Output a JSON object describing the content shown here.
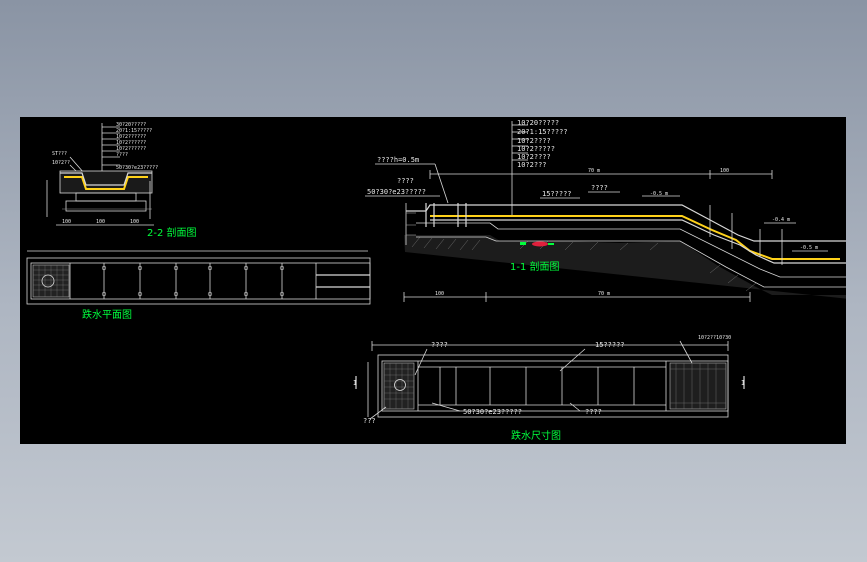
{
  "drawing_labels": {
    "section_2_2": "2-2 剖面图",
    "section_1_1": "1-1 剖面图",
    "plan": "跌水平面图",
    "dimension_plan": "跌水尺寸图"
  },
  "section_2_2_callouts": [
    "30?20?????",
    "20?1:15?????",
    "10?2??????",
    "10?2??????",
    "10?2??????",
    "????",
    "50?30?e23?????"
  ],
  "section_2_2_left": [
    "ST???",
    "10?2??"
  ],
  "section_1_1_callouts": [
    "10?20?????",
    "20?1:15?????",
    "10?2????",
    "10?2?????",
    "10?2????",
    "10?2???"
  ],
  "section_1_1_notes": {
    "depth": "????h=0.5m",
    "note_a": "????",
    "note_b": "50?30?e23?????",
    "note_c": "15?????",
    "note_d": "????",
    "dim_top": "70 m",
    "dim_top_r": "100",
    "level_1": "-0.5 m",
    "level_2": "-0.4 m",
    "level_3": "-0.5 m",
    "dim_bottom": "70 m",
    "dim_bottom_l": "100"
  },
  "plan_labels": {
    "top_left": "????",
    "top_mid": "15?????",
    "top_right": "10?2??10?30",
    "bottom_mid": "50?30?e23?????",
    "bottom_right": "????",
    "bottom_left": "???",
    "mark": "I"
  }
}
